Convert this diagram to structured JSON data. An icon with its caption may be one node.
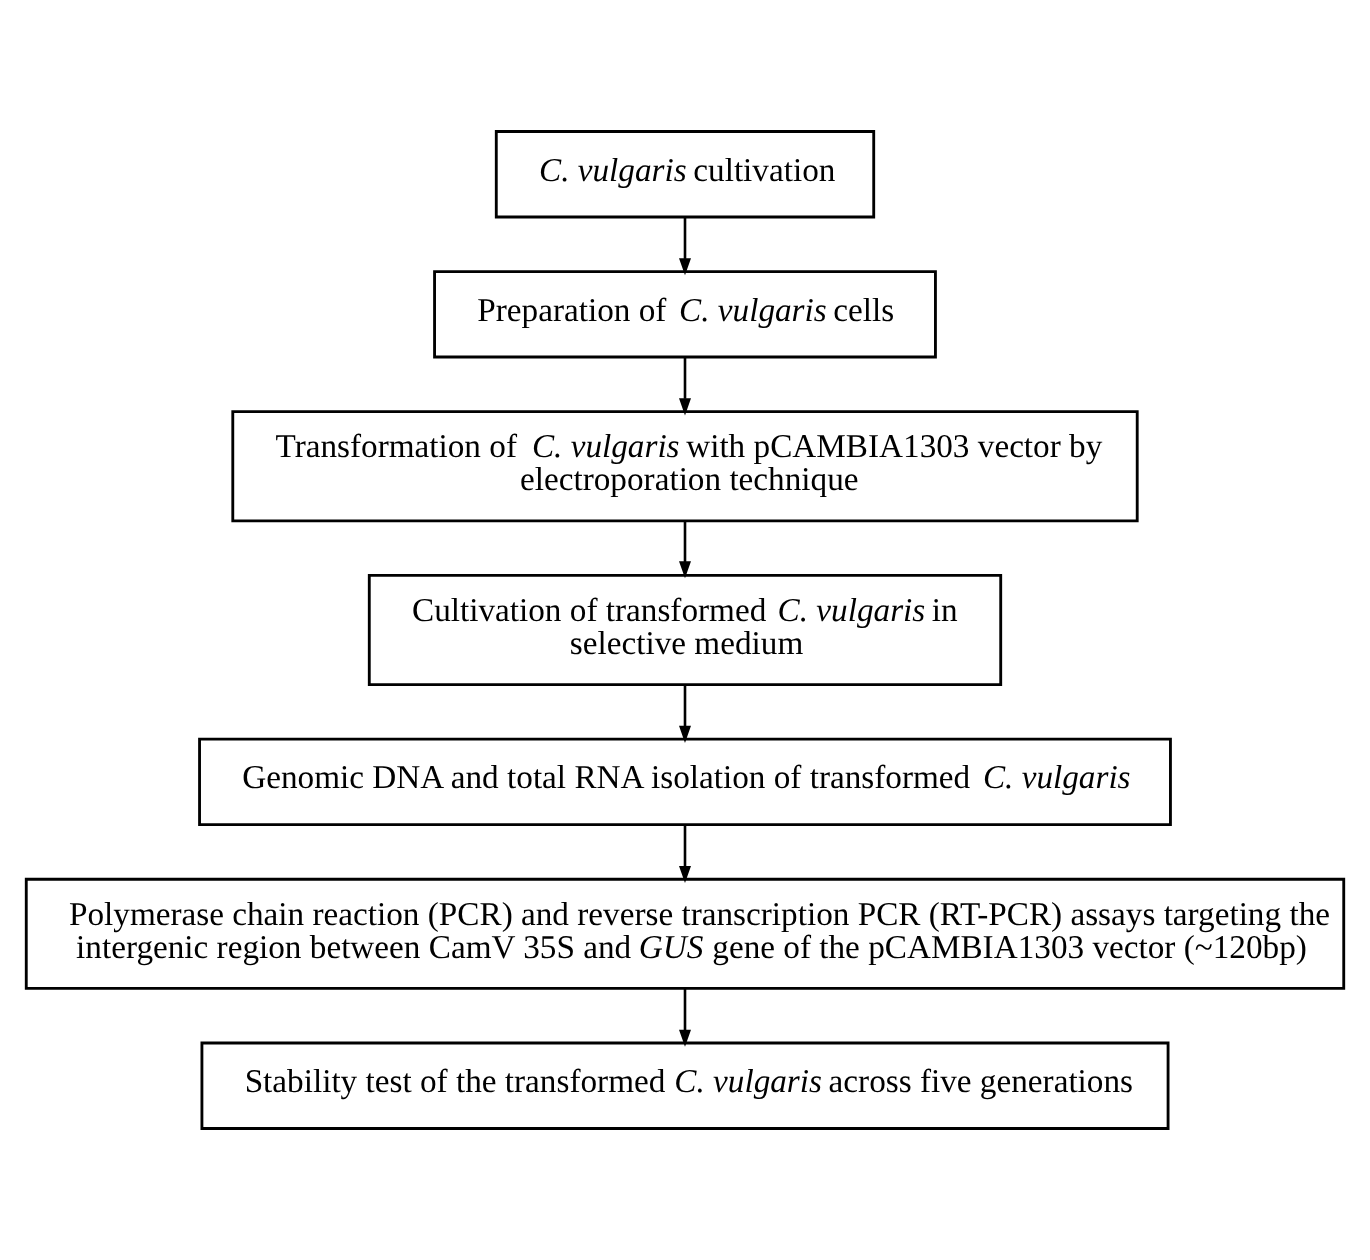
{
  "diagram": {
    "nodes": [
      {
        "text": [
          "*C. vulgaris* cultivation"
        ]
      },
      {
        "text": [
          "Preparation of *C. vulgaris* cells"
        ]
      },
      {
        "text": [
          "Transformation of *C. vulgaris* with pCAMBIA1303 vector by electroporation technique"
        ]
      },
      {
        "text": [
          "Cultivation of transformed *C. vulgaris* in selective medium"
        ]
      },
      {
        "text": [
          "Genomic DNA and total RNA isolation of transformed *C. vulgaris*"
        ]
      },
      {
        "text": [
          "Polymerase chain reaction (PCR) and reverse transcription PCR (RT-PCR) assays targeting the intergenic region between CamV 35S and *GUS* gene of the pCAMBIA1303 vector (~120bp)"
        ]
      },
      {
        "text": [
          "Stability test of the transformed *C. vulgaris* across five generations"
        ]
      }
    ],
    "edges": [
      {
        "from": 0,
        "to": 1,
        "arrow": "to"
      },
      {
        "from": 1,
        "to": 2,
        "arrow": "to"
      },
      {
        "from": 2,
        "to": 3,
        "arrow": "to"
      },
      {
        "from": 3,
        "to": 4,
        "arrow": "to"
      },
      {
        "from": 4,
        "to": 5,
        "arrow": "to"
      },
      {
        "from": 5,
        "to": 6,
        "arrow": "to"
      }
    ]
  }
}
